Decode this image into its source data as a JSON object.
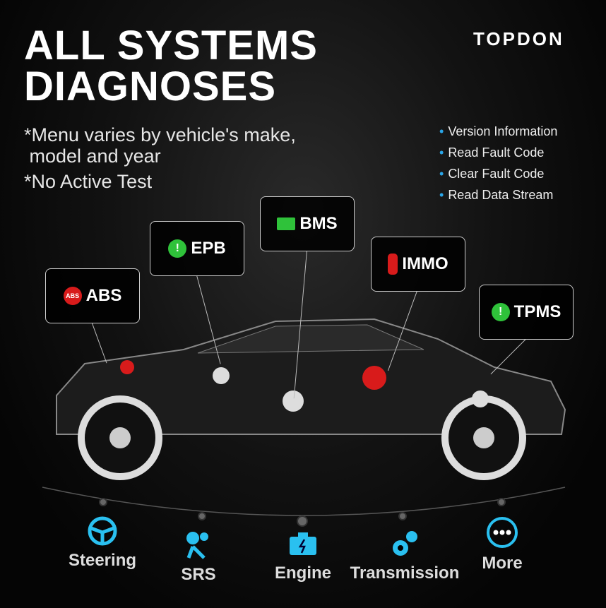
{
  "title": [
    "ALL SYSTEMS",
    "DIAGNOSES"
  ],
  "brand": "TOPDON",
  "notes": [
    "*Menu varies by vehicle's make,",
    " model and year",
    "*No Active Test"
  ],
  "features": [
    "Version Information",
    "Read Fault Code",
    "Clear Fault Code",
    "Read Data Stream"
  ],
  "modules": {
    "abs": "ABS",
    "epb": "EPB",
    "bms": "BMS",
    "immo": "IMMO",
    "tpms": "TPMS"
  },
  "systems": [
    "Steering",
    "SRS",
    "Engine",
    "Transmission",
    "More"
  ],
  "colors": {
    "accent": "#2aa6e8",
    "ok": "#2fc23a",
    "fault": "#d81b1b"
  }
}
